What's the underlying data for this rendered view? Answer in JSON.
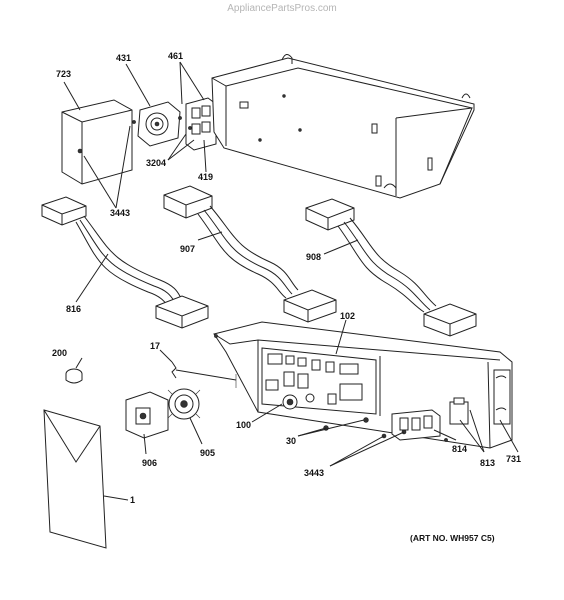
{
  "watermark": "AppliancePartsPros.com",
  "art_number": "(ART NO. WH957 C5)",
  "callouts": {
    "c723": "723",
    "c431": "431",
    "c461": "461",
    "c3204": "3204",
    "c419": "419",
    "c3443a": "3443",
    "c907": "907",
    "c908": "908",
    "c816": "816",
    "c102": "102",
    "c200": "200",
    "c17": "17",
    "c100": "100",
    "c30": "30",
    "c906": "906",
    "c905": "905",
    "c814": "814",
    "c813": "813",
    "c731": "731",
    "c3443b": "3443",
    "c1": "1"
  }
}
